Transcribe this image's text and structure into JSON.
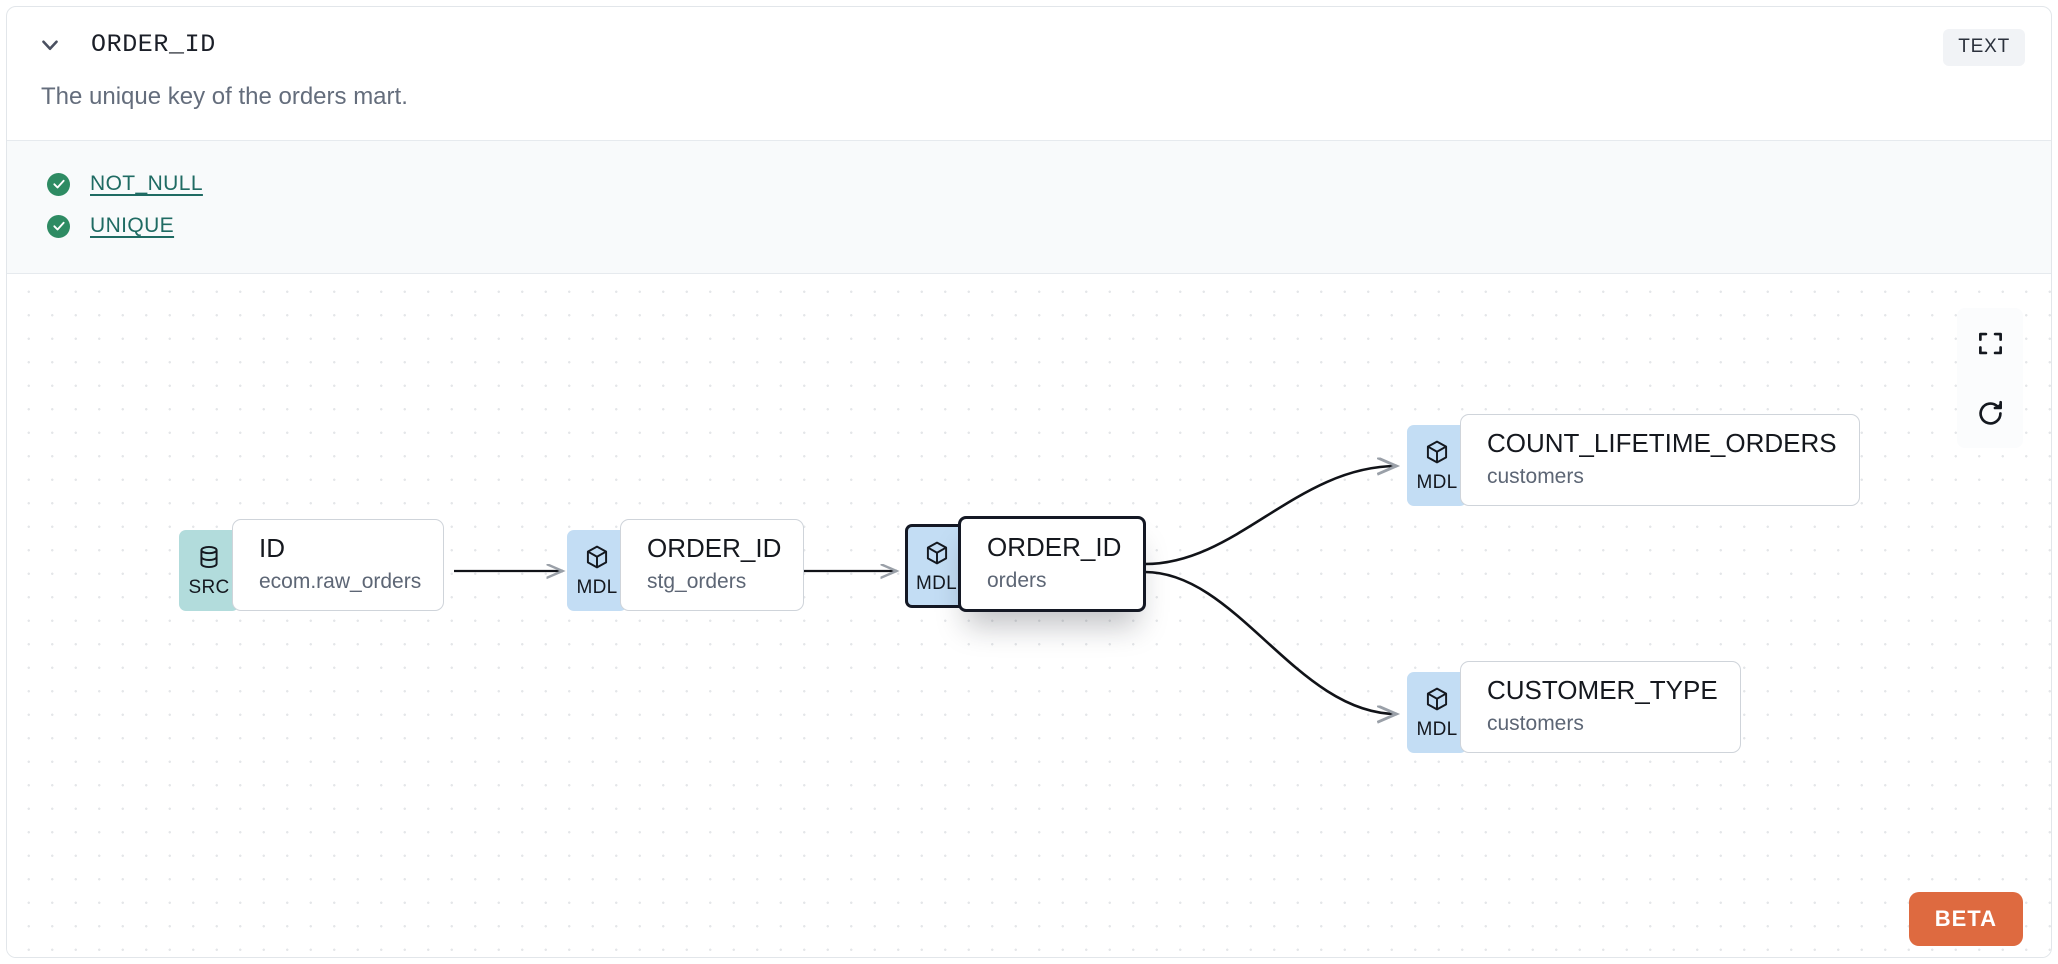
{
  "header": {
    "chevron_icon": "chevron-down-icon",
    "column_name": "ORDER_ID",
    "type_badge": "TEXT"
  },
  "description": "The unique key of the orders mart.",
  "tests": {
    "items": [
      {
        "status_icon": "check-circle-icon",
        "label": "NOT_NULL"
      },
      {
        "status_icon": "check-circle-icon",
        "label": "UNIQUE"
      }
    ]
  },
  "lineage": {
    "nodes": [
      {
        "badge": "SRC",
        "badge_icon": "database-icon",
        "name": "ID",
        "subtitle": "ecom.raw_orders",
        "selected": false
      },
      {
        "badge": "MDL",
        "badge_icon": "cube-icon",
        "name": "ORDER_ID",
        "subtitle": "stg_orders",
        "selected": false
      },
      {
        "badge": "MDL",
        "badge_icon": "cube-icon",
        "name": "ORDER_ID",
        "subtitle": "orders",
        "selected": true
      },
      {
        "badge": "MDL",
        "badge_icon": "cube-icon",
        "name": "COUNT_LIFETIME_ORDERS",
        "subtitle": "customers",
        "selected": false
      },
      {
        "badge": "MDL",
        "badge_icon": "cube-icon",
        "name": "CUSTOMER_TYPE",
        "subtitle": "customers",
        "selected": false
      }
    ]
  },
  "controls": {
    "fit_view_icon": "fullscreen-icon",
    "refresh_icon": "refresh-icon"
  },
  "beta_label": "BETA",
  "colors": {
    "src_badge": "#b2dcdc",
    "mdl_badge": "#c3ddf4",
    "test_pass": "#2e8b63",
    "test_link": "#1f6b63",
    "beta": "#de6a40",
    "selected_border": "#141824"
  }
}
